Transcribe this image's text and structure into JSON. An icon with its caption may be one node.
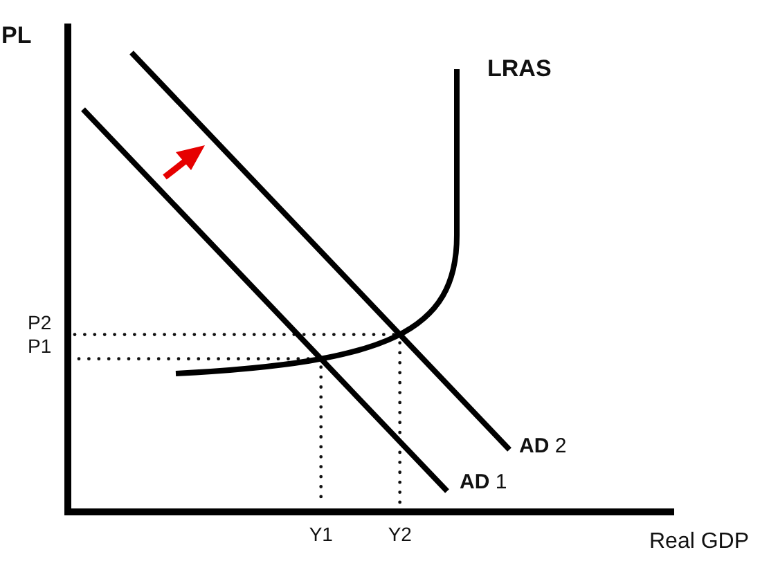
{
  "diagram": {
    "labels": [
      "PL",
      "LRAS",
      "P2",
      "P1",
      "**AD** 2",
      "**AD** 1",
      "Y1",
      "Y2",
      "Real GDP"
    ]
  }
}
